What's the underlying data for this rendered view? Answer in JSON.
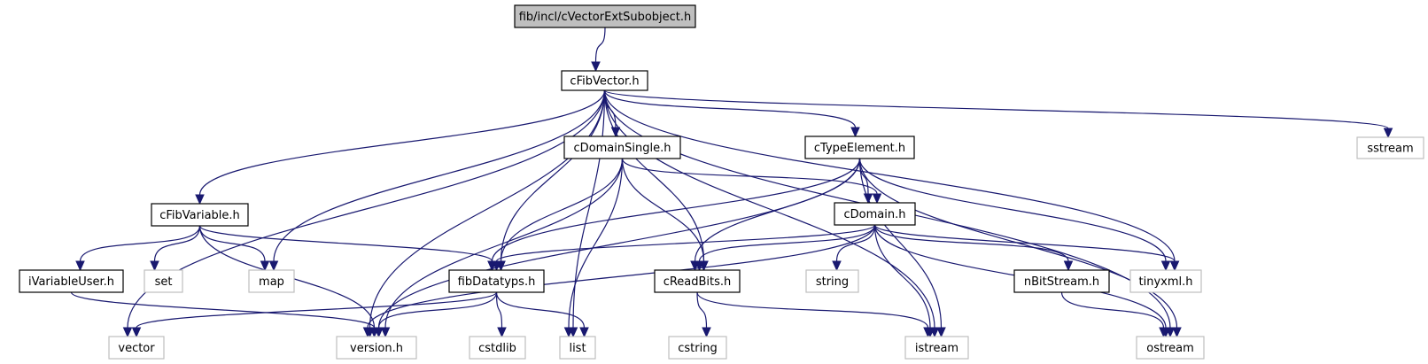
{
  "graph": {
    "title": "fib/incl/cVectorExtSubobject.h",
    "colors": {
      "edge": "#191970",
      "root_fill": "#bfbfbf",
      "local_border": "#000000",
      "system_border": "#bfbfbf"
    },
    "nodes": [
      {
        "id": "root",
        "label": "fib/incl/cVectorExtSubobject.h",
        "kind": "root"
      },
      {
        "id": "cFibVector",
        "label": "cFibVector.h",
        "kind": "local"
      },
      {
        "id": "cDomainSingle",
        "label": "cDomainSingle.h",
        "kind": "local"
      },
      {
        "id": "cTypeElement",
        "label": "cTypeElement.h",
        "kind": "local"
      },
      {
        "id": "sstream",
        "label": "sstream",
        "kind": "system"
      },
      {
        "id": "cFibVariable",
        "label": "cFibVariable.h",
        "kind": "local"
      },
      {
        "id": "cDomain",
        "label": "cDomain.h",
        "kind": "local"
      },
      {
        "id": "iVariableUser",
        "label": "iVariableUser.h",
        "kind": "local"
      },
      {
        "id": "set",
        "label": "set",
        "kind": "system"
      },
      {
        "id": "map",
        "label": "map",
        "kind": "system"
      },
      {
        "id": "fibDatatyps",
        "label": "fibDatatyps.h",
        "kind": "local"
      },
      {
        "id": "cReadBits",
        "label": "cReadBits.h",
        "kind": "local"
      },
      {
        "id": "string",
        "label": "string",
        "kind": "system"
      },
      {
        "id": "nBitStream",
        "label": "nBitStream.h",
        "kind": "local"
      },
      {
        "id": "tinyxml",
        "label": "tinyxml.h",
        "kind": "system"
      },
      {
        "id": "vector",
        "label": "vector",
        "kind": "system"
      },
      {
        "id": "version",
        "label": "version.h",
        "kind": "system"
      },
      {
        "id": "cstdlib",
        "label": "cstdlib",
        "kind": "system"
      },
      {
        "id": "list",
        "label": "list",
        "kind": "system"
      },
      {
        "id": "cstring",
        "label": "cstring",
        "kind": "system"
      },
      {
        "id": "istream",
        "label": "istream",
        "kind": "system"
      },
      {
        "id": "ostream",
        "label": "ostream",
        "kind": "system"
      }
    ],
    "edges": [
      [
        "root",
        "cFibVector"
      ],
      [
        "cFibVector",
        "cDomainSingle"
      ],
      [
        "cFibVector",
        "cTypeElement"
      ],
      [
        "cFibVector",
        "sstream"
      ],
      [
        "cFibVector",
        "cFibVariable"
      ],
      [
        "cFibVector",
        "map"
      ],
      [
        "cFibVector",
        "fibDatatyps"
      ],
      [
        "cFibVector",
        "cReadBits"
      ],
      [
        "cFibVector",
        "tinyxml"
      ],
      [
        "cFibVector",
        "vector"
      ],
      [
        "cFibVector",
        "version"
      ],
      [
        "cFibVector",
        "list"
      ],
      [
        "cFibVector",
        "istream"
      ],
      [
        "cFibVector",
        "ostream"
      ],
      [
        "cDomainSingle",
        "cDomain"
      ],
      [
        "cDomainSingle",
        "fibDatatyps"
      ],
      [
        "cDomainSingle",
        "cReadBits"
      ],
      [
        "cDomainSingle",
        "version"
      ],
      [
        "cDomainSingle",
        "list"
      ],
      [
        "cTypeElement",
        "cDomain"
      ],
      [
        "cTypeElement",
        "fibDatatyps"
      ],
      [
        "cTypeElement",
        "cReadBits"
      ],
      [
        "cTypeElement",
        "tinyxml"
      ],
      [
        "cTypeElement",
        "version"
      ],
      [
        "cTypeElement",
        "istream"
      ],
      [
        "cTypeElement",
        "ostream"
      ],
      [
        "cFibVariable",
        "iVariableUser"
      ],
      [
        "cFibVariable",
        "set"
      ],
      [
        "cFibVariable",
        "map"
      ],
      [
        "cFibVariable",
        "fibDatatyps"
      ],
      [
        "cFibVariable",
        "version"
      ],
      [
        "cDomain",
        "fibDatatyps"
      ],
      [
        "cDomain",
        "cReadBits"
      ],
      [
        "cDomain",
        "string"
      ],
      [
        "cDomain",
        "nBitStream"
      ],
      [
        "cDomain",
        "tinyxml"
      ],
      [
        "cDomain",
        "version"
      ],
      [
        "cDomain",
        "istream"
      ],
      [
        "cDomain",
        "ostream"
      ],
      [
        "iVariableUser",
        "version"
      ],
      [
        "fibDatatyps",
        "vector"
      ],
      [
        "fibDatatyps",
        "version"
      ],
      [
        "fibDatatyps",
        "cstdlib"
      ],
      [
        "fibDatatyps",
        "list"
      ],
      [
        "cReadBits",
        "cstring"
      ],
      [
        "cReadBits",
        "istream"
      ],
      [
        "nBitStream",
        "ostream"
      ]
    ]
  }
}
